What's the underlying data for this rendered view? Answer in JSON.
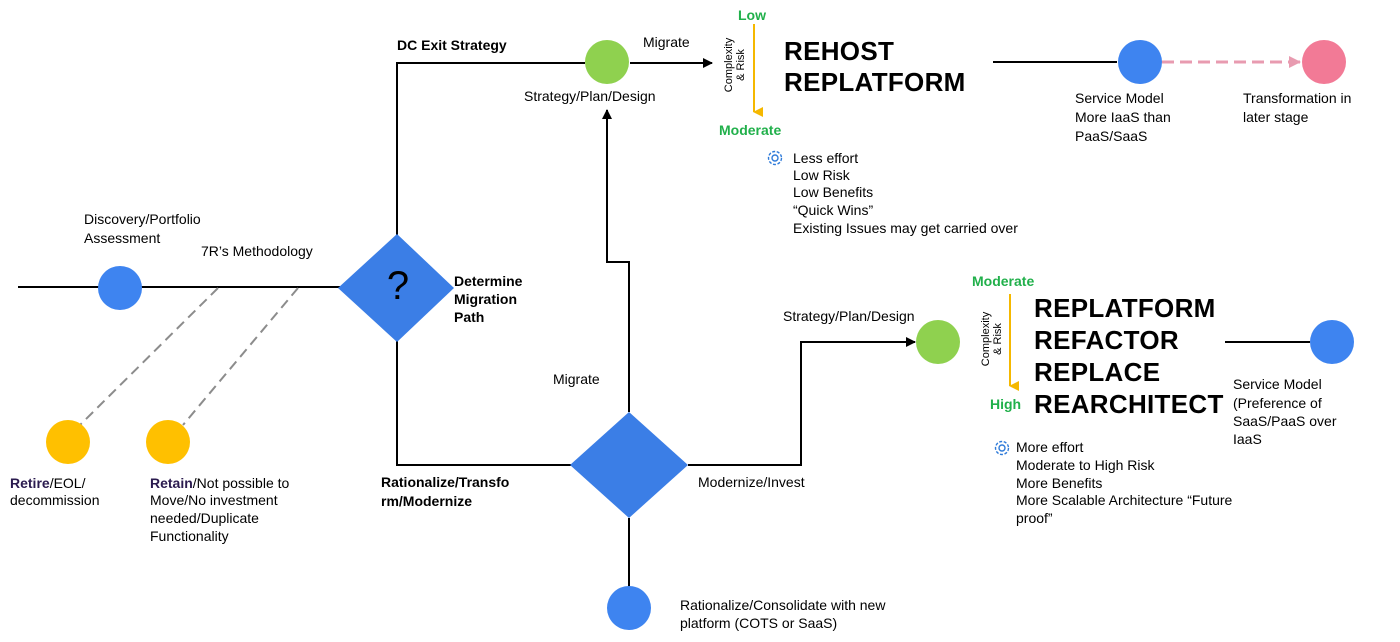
{
  "labels": {
    "discovery": "Discovery/Portfolio",
    "assessment": "Assessment",
    "methodology": "7R’s Methodology",
    "question": "?",
    "determine": [
      "Determine",
      "Migration",
      "Path"
    ],
    "dc_exit": "DC Exit Strategy",
    "migrate_top": "Migrate",
    "strategy_top": "Strategy/Plan/Design",
    "low": "Low",
    "moderate_top": "Moderate",
    "complexity_1": "Complexity",
    "complexity_2": "& Risk",
    "rehost": "REHOST",
    "replatform_top": "REPLATFORM",
    "service_model_top": [
      "Service Model",
      "More IaaS than",
      "PaaS/SaaS"
    ],
    "transformation": [
      "Transformation in",
      "later stage"
    ],
    "benefits_top": [
      "Less effort",
      "Low Risk",
      "Low Benefits",
      "“Quick Wins”",
      "Existing Issues may get carried over"
    ],
    "retire_bold": "Retire",
    "retire_rest": "/EOL/",
    "retire_line2": "decommission",
    "retain_bold": "Retain",
    "retain_rest": "/Not possible to",
    "retain_lines": [
      "Move/No investment",
      "needed/Duplicate",
      "Functionality"
    ],
    "migrate_mid": "Migrate",
    "rationalize": [
      "Rationalize/Transfo",
      "rm/Modernize"
    ],
    "modernize": "Modernize/Invest",
    "strategy_right": "Strategy/Plan/Design",
    "moderate_right": "Moderate",
    "high": "High",
    "big_right": [
      "REPLATFORM",
      "REFACTOR",
      "REPLACE",
      "REARCHITECT"
    ],
    "service_model_right": [
      "Service Model",
      "(Preference of",
      "SaaS/PaaS over",
      "IaaS"
    ],
    "benefits_right": [
      "More effort",
      "Moderate to High  Risk",
      "More Benefits",
      "More Scalable Architecture “Future",
      "proof”"
    ],
    "consolidate": [
      "Rationalize/Consolidate with new",
      "platform (COTS or SaaS)"
    ]
  },
  "colors": {
    "blue_node": "#3e84f0",
    "diamond": "#3b7ee6",
    "green_node": "#8fd14f",
    "yellow_node": "#ffc000",
    "pink_node": "#f27a96",
    "arrow_orange": "#f5b800",
    "dashed_pink": "#e89bb0",
    "green_text": "#21b04b",
    "gear": "#2f7bd9"
  }
}
